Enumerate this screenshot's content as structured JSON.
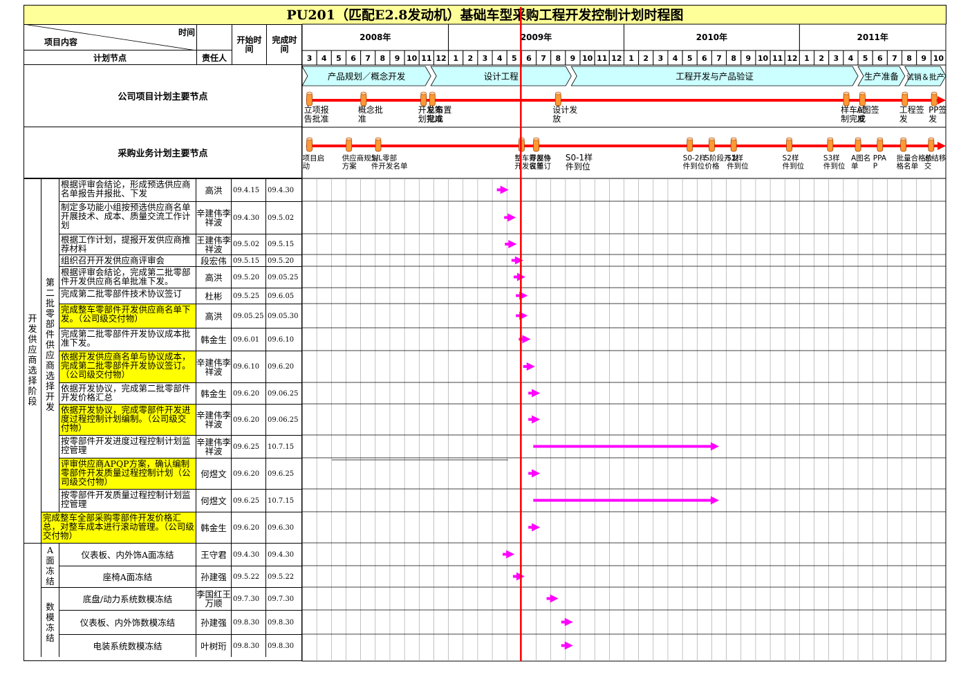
{
  "title": "PU201（匹配E2.8发动机）基础车型采购工程开发控制计划时程图",
  "header": {
    "time": "时间",
    "project_content": "项目内容",
    "start_time": "开始时间",
    "end_time": "完成时间",
    "plan_node": "计划节点",
    "responsible": "责任人",
    "years": [
      "2008年",
      "2009年",
      "2010年",
      "2011年"
    ],
    "months": [
      "3",
      "4",
      "5",
      "6",
      "7",
      "8",
      "9",
      "10",
      "11",
      "12",
      "1",
      "2",
      "3",
      "4",
      "5",
      "6",
      "7",
      "8",
      "9",
      "10",
      "11",
      "12",
      "1",
      "2",
      "3",
      "4",
      "5",
      "6",
      "7",
      "8",
      "9",
      "10",
      "11",
      "12",
      "1",
      "2",
      "3",
      "4",
      "5",
      "6",
      "7",
      "8",
      "9",
      "10"
    ]
  },
  "phases": [
    "产品规划／概念开发",
    "设计工程",
    "工程开发与产品验证",
    "生产准备",
    "试销＆批产"
  ],
  "sections": {
    "company": "公司项目计划主要节点",
    "purchase": "采购业务计划主要节点"
  },
  "company_milestones": [
    {
      "month": 0.5,
      "label": "立项报告批准"
    },
    {
      "month": 4.2,
      "label": "概念批准"
    },
    {
      "month": 8.3,
      "label": "开发策划完成"
    },
    {
      "month": 8.9,
      "label": "总布置批准"
    },
    {
      "month": 17.5,
      "label": "设计发放"
    },
    {
      "month": 37.2,
      "label": "样车试制完成"
    },
    {
      "month": 38.3,
      "label": "A图签发"
    },
    {
      "month": 41.2,
      "label": "工程签发"
    },
    {
      "month": 43.2,
      "label": "PP签发"
    }
  ],
  "purchase_milestones": [
    {
      "month": 0.5,
      "label": "项目启动"
    },
    {
      "month": 3.2,
      "label": "供应商规划方案"
    },
    {
      "month": 5.2,
      "label": "S/L零部件开发名单"
    },
    {
      "month": 15.0,
      "label": "整车零部件开发名单"
    },
    {
      "month": 16.0,
      "label": "开发协议签订"
    },
    {
      "month": 26.5,
      "label": "S0-2样件到位"
    },
    {
      "month": 28.0,
      "label": "S阶段开发价格"
    },
    {
      "month": 29.5,
      "label": "S1样件到位"
    },
    {
      "month": 33.3,
      "label": "S2样件到位"
    },
    {
      "month": 36.1,
      "label": "S3样件到位"
    },
    {
      "month": 38.0,
      "label": "A图名单"
    },
    {
      "month": 39.5,
      "label": "PPAP"
    },
    {
      "month": 41.1,
      "label": "批量合格价格名单"
    },
    {
      "month": 43.0,
      "label": "总结移交"
    }
  ],
  "purchase_labels": {
    "s0_1": "S0-1样件到位"
  },
  "groups": {
    "stage": "开发供应商选择阶段",
    "batch2": "第二批零部件供应商选择开发",
    "a_freeze": "A面冻结",
    "data_freeze": "数模冻结"
  },
  "tasks": [
    {
      "text": "根据评审会结论，形成预选供应商名单报告并报批、下发",
      "resp": "高洪",
      "start": "09.4.15",
      "end": "09.4.30",
      "hl": false,
      "s": 13.5,
      "e": 14.0
    },
    {
      "text": "制定多功能小组按预选供应商名单开展技术、成本、质量交流工作计划",
      "resp": "辛建伟李祥波",
      "start": "09.4.30",
      "end": "09.5.02",
      "hl": false,
      "s": 14.0,
      "e": 14.05
    },
    {
      "text": "根据工作计划，提报开发供应商推荐材料",
      "resp": "王建伟李祥波",
      "start": "09.5.02",
      "end": "09.5.15",
      "hl": false,
      "s": 14.05,
      "e": 14.5
    },
    {
      "text": "组织召开开发供应商评审会",
      "resp": "段宏伟",
      "start": "09.5.15",
      "end": "09.5.20",
      "hl": false,
      "s": 14.5,
      "e": 14.65
    },
    {
      "text": "根据评审会结论，完成第二批零部件开发供应商名单批准下发。",
      "resp": "高洪",
      "start": "09.5.20",
      "end": "09.05.25",
      "hl": false,
      "s": 14.65,
      "e": 14.8
    },
    {
      "text": "完成第二批零部件技术协议签订",
      "resp": "杜彬",
      "start": "09.5.25",
      "end": "09.6.05",
      "hl": false,
      "s": 14.8,
      "e": 15.15
    },
    {
      "text": "完成整车零部件开发供应商名单下发。（公司级交付物）",
      "resp": "高洪",
      "start": "09.05.25",
      "end": "09.05.30",
      "hl": true,
      "s": 14.8,
      "e": 14.95
    },
    {
      "text": "完成第二批零部件开发协议成本批准下发。",
      "resp": "韩金生",
      "start": "09.6.01",
      "end": "09.6.10",
      "hl": false,
      "s": 15.0,
      "e": 15.3
    },
    {
      "text": "依据开发供应商名单与协议成本，完成第二批零部件开发协议签订。（公司级交付物）",
      "resp": "辛建伟李祥波",
      "start": "09.6.10",
      "end": "09.6.20",
      "hl": true,
      "s": 15.3,
      "e": 15.65
    },
    {
      "text": "依据开发协议，完成第二批零部件开发价格汇总",
      "resp": "韩金生",
      "start": "09.6.20",
      "end": "09.06.25",
      "hl": false,
      "s": 15.65,
      "e": 15.8
    },
    {
      "text": "依据开发协议，完成零部件开发进度过程控制计划编制。（公司级交付物）",
      "resp": "辛建伟李祥波",
      "start": "09.6.20",
      "end": "09.06.25",
      "hl": true,
      "s": 15.65,
      "e": 15.8
    },
    {
      "text": "按零部件开发进度过程控制计划监控管理",
      "resp": "辛建伟李祥波",
      "start": "09.6.25",
      "end": "10.7.15",
      "hl": false,
      "s": 15.8,
      "e": 28.5
    },
    {
      "text": "评审供应商APQP方案，确认编制零部件开发质量过程控制计划（公司级交付物）",
      "resp": "何煜文",
      "start": "09.6.20",
      "end": "09.6.25",
      "hl": true,
      "s": 15.65,
      "e": 15.8
    },
    {
      "text": "按零部件开发质量过程控制计划监控管理",
      "resp": "何煜文",
      "start": "09.6.25",
      "end": "10.7.15",
      "hl": false,
      "s": 15.8,
      "e": 28.5
    },
    {
      "text": "完成整车全部采购零部件开发价格汇总，对整车成本进行滚动管理。（公司级交付物）",
      "resp": "韩金生",
      "start": "09.6.20",
      "end": "09.6.30",
      "hl": true,
      "s": 15.65,
      "e": 16.0
    },
    {
      "text": "仪表板、内外饰A面冻结",
      "resp": "王守君",
      "start": "09.4.30",
      "end": "09.4.30",
      "hl": false,
      "s": 13.9,
      "e": 14.0
    },
    {
      "text": "座椅A面冻结",
      "resp": "孙建强",
      "start": "09.5.22",
      "end": "09.5.22",
      "hl": false,
      "s": 14.6,
      "e": 14.7
    },
    {
      "text": "底盘/动力系统数模冻结",
      "resp": "李国红王万顺",
      "start": "09.7.30",
      "end": "09.7.30",
      "hl": false,
      "s": 16.9,
      "e": 17.0
    },
    {
      "text": "仪表板、内外饰数模冻结",
      "resp": "孙建强",
      "start": "09.8.30",
      "end": "09.8.30",
      "hl": false,
      "s": 17.9,
      "e": 18.0
    },
    {
      "text": "电装系统数模冻结",
      "resp": "叶树珩",
      "start": "09.8.30",
      "end": "09.8.30",
      "hl": false,
      "s": 17.9,
      "e": 18.0
    }
  ],
  "today_month": 14.95
}
